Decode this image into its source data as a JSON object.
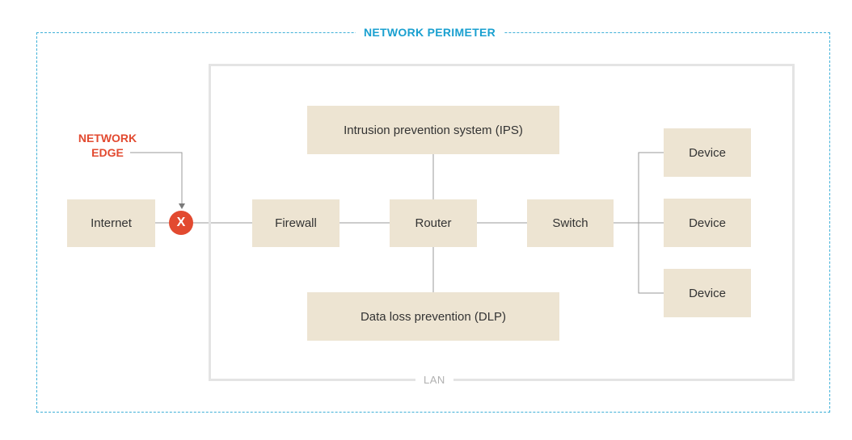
{
  "perimeter": {
    "label": "NETWORK PERIMETER"
  },
  "lan": {
    "label": "LAN"
  },
  "edge": {
    "label_line1": "NETWORK",
    "label_line2": "EDGE",
    "marker": "X"
  },
  "nodes": {
    "internet": "Internet",
    "firewall": "Firewall",
    "router": "Router",
    "switch": "Switch",
    "ips": "Intrusion prevention system (IPS)",
    "dlp": "Data loss prevention (DLP)",
    "device1": "Device",
    "device2": "Device",
    "device3": "Device"
  },
  "colors": {
    "perimeter": "#3fb0d8",
    "edge": "#e24a30",
    "box_fill": "#ede4d2",
    "lan_border": "#e4e4e4"
  }
}
